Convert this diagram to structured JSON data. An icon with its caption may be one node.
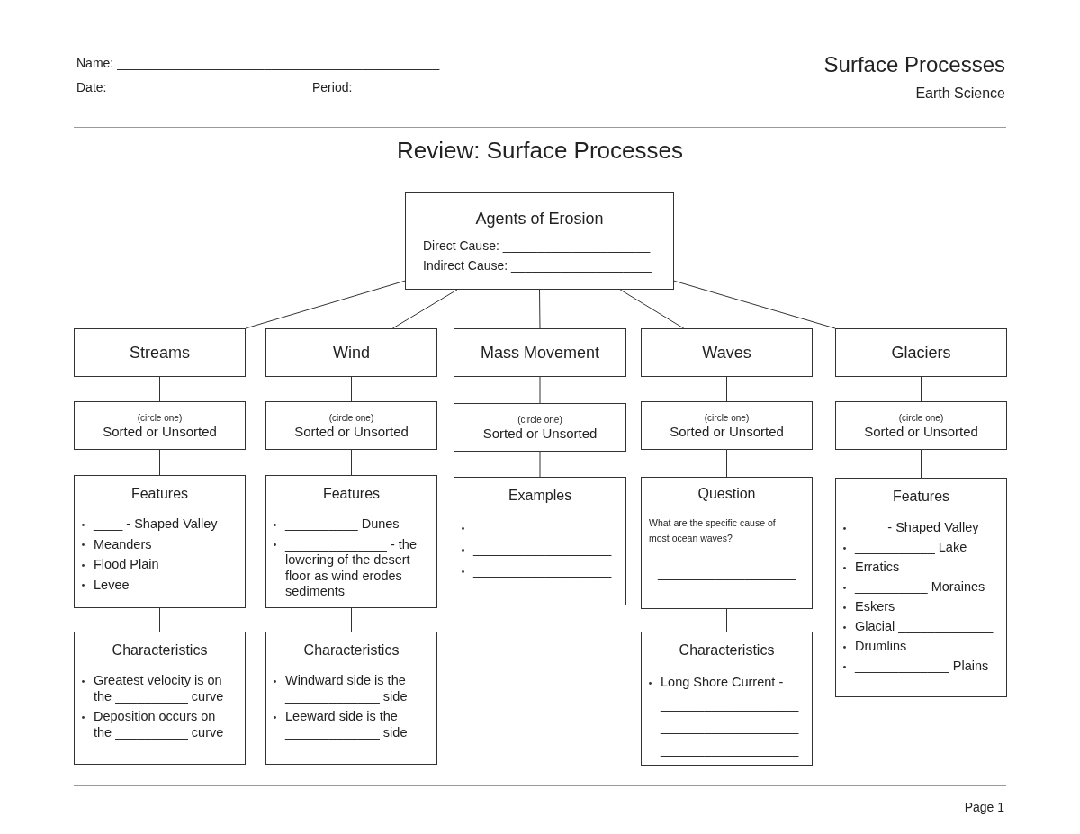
{
  "diagram": {
    "title": "Review: Surface Processes",
    "nodes": [
      {
        "text": [
          "Agents of Erosion",
          "Direct Cause: _____________________",
          "Indirect Cause: ____________________"
        ]
      },
      {
        "text": [
          "Streams"
        ]
      },
      {
        "text": [
          "Wind"
        ]
      },
      {
        "text": [
          "Mass Movement"
        ]
      },
      {
        "text": [
          "Waves"
        ]
      },
      {
        "text": [
          "Glaciers"
        ]
      },
      {
        "text": [
          "(circle one)",
          "Sorted or Unsorted"
        ]
      },
      {
        "text": [
          "(circle one)",
          "Sorted or Unsorted"
        ]
      },
      {
        "text": [
          "(circle one)",
          "Sorted or Unsorted"
        ]
      },
      {
        "text": [
          "(circle one)",
          "Sorted or Unsorted"
        ]
      },
      {
        "text": [
          "(circle one)",
          "Sorted or Unsorted"
        ]
      },
      {
        "text": [
          "Features",
          "____ - Shaped Valley",
          "Meanders",
          "Flood Plain",
          "Levee"
        ]
      },
      {
        "text": [
          "Features",
          "__________ Dunes",
          "______________ - the lowering of the desert floor as wind erodes sediments"
        ]
      },
      {
        "text": [
          "Examples",
          "___________________",
          "___________________",
          "___________________"
        ]
      },
      {
        "text": [
          "Question",
          "What are the specific cause of most ocean waves?",
          "___________________"
        ]
      },
      {
        "text": [
          "Features",
          "____ - Shaped Valley",
          "___________ Lake",
          "Erratics",
          "__________ Moraines",
          "Eskers",
          "Glacial _____________",
          "Drumlins",
          "_____________ Plains"
        ]
      },
      {
        "text": [
          "Characteristics",
          "Greatest velocity is on the __________ curve",
          "Deposition occurs on the __________ curve"
        ]
      },
      {
        "text": [
          "Characteristics",
          "Windward side is the _____________ side",
          "Leeward side is the _____________ side"
        ]
      },
      {
        "text": [
          "Characteristics",
          "Long Shore Current - ___________________ ___________________ ___________________"
        ]
      }
    ],
    "edges": [
      {
        "from": 0,
        "to": 1,
        "arrow": "none"
      },
      {
        "from": 0,
        "to": 2,
        "arrow": "none"
      },
      {
        "from": 0,
        "to": 3,
        "arrow": "none"
      },
      {
        "from": 0,
        "to": 4,
        "arrow": "none"
      },
      {
        "from": 0,
        "to": 5,
        "arrow": "none"
      },
      {
        "from": 1,
        "to": 6,
        "arrow": "none"
      },
      {
        "from": 6,
        "to": 11,
        "arrow": "none"
      },
      {
        "from": 11,
        "to": 16,
        "arrow": "none"
      },
      {
        "from": 2,
        "to": 7,
        "arrow": "none"
      },
      {
        "from": 7,
        "to": 12,
        "arrow": "none"
      },
      {
        "from": 12,
        "to": 17,
        "arrow": "none"
      },
      {
        "from": 3,
        "to": 8,
        "arrow": "none"
      },
      {
        "from": 8,
        "to": 13,
        "arrow": "none"
      },
      {
        "from": 4,
        "to": 9,
        "arrow": "none"
      },
      {
        "from": 9,
        "to": 14,
        "arrow": "none"
      },
      {
        "from": 14,
        "to": 18,
        "arrow": "none"
      },
      {
        "from": 5,
        "to": 10,
        "arrow": "none"
      },
      {
        "from": 10,
        "to": 15,
        "arrow": "none"
      }
    ],
    "labels": [
      "Name: ______________________________________________",
      "Surface Processes",
      "Date: ____________________________",
      "Period: _____________",
      "Earth Science",
      "Page 1"
    ]
  }
}
